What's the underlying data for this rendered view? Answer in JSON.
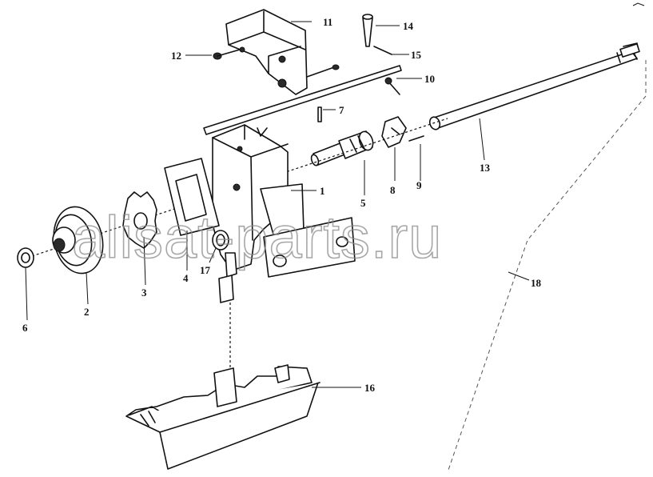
{
  "watermark": "alisat-parts.ru",
  "corner_mark": "",
  "callouts": {
    "p1": "1",
    "p2": "2",
    "p3": "3",
    "p4": "4",
    "p5": "5",
    "p6": "6",
    "p7": "7",
    "p8": "8",
    "p9": "9",
    "p10": "10",
    "p11": "11",
    "p12": "12",
    "p13": "13",
    "p14": "14",
    "p15": "15",
    "p16": "16",
    "p17": "17",
    "p18": "18"
  }
}
